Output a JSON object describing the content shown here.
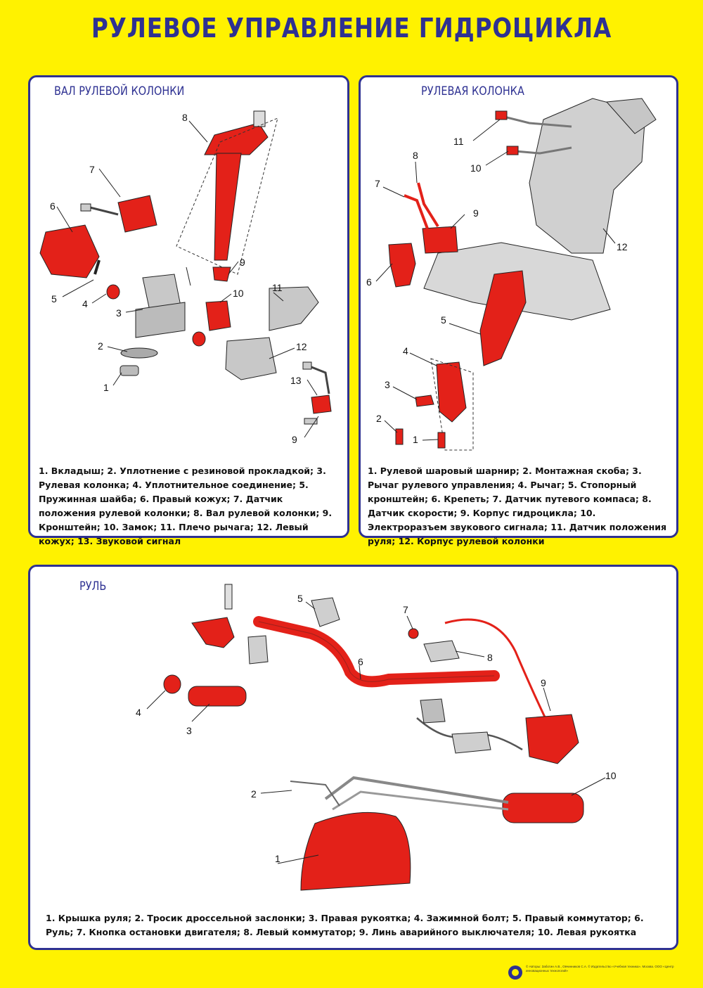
{
  "title": "РУЛЕВОЕ УПРАВЛЕНИЕ ГИДРОЦИКЛА",
  "colors": {
    "background": "#FFF200",
    "accent": "#2E3192",
    "part_red": "#E32119",
    "part_grey": "#BDBDBD"
  },
  "panels": {
    "shaft": {
      "title": "ВАЛ РУЛЕВОЙ КОЛОНКИ",
      "callouts": [
        "1",
        "2",
        "3",
        "4",
        "5",
        "6",
        "7",
        "8",
        "9",
        "10",
        "11",
        "12",
        "13",
        "9"
      ],
      "caption": "1. Вкладыш; 2. Уплотнение с резиновой прокладкой; 3. Рулевая колонка; 4. Уплотнительное соединение; 5. Пружинная шайба; 6. Правый кожух; 7. Датчик положения рулевой колонки; 8. Вал рулевой колонки; 9. Кронштейн; 10. Замок; 11. Плечо рычага; 12. Левый кожух; 13. Звуковой сигнал"
    },
    "column": {
      "title": "РУЛЕВАЯ КОЛОНКА",
      "callouts": [
        "1",
        "2",
        "3",
        "4",
        "5",
        "6",
        "7",
        "8",
        "9",
        "10",
        "11",
        "12"
      ],
      "caption": "1. Рулевой шаровый шарнир; 2. Монтажная скоба; 3. Рычаг рулевого управления; 4. Рычаг; 5. Стопорный кронштейн; 6. Крепеть; 7. Датчик путевого компаса; 8. Датчик скорости; 9. Корпус гидроцикла; 10. Электроразъем звукового сигнала; 11. Датчик положения руля; 12. Корпус рулевой колонки"
    },
    "handlebar": {
      "title": "РУЛЬ",
      "callouts": [
        "1",
        "2",
        "3",
        "4",
        "5",
        "6",
        "7",
        "8",
        "9",
        "10"
      ],
      "caption": "1. Крышка руля; 2. Тросик дроссельной заслонки; 3. Правая рукоятка; 4. Зажимной болт; 5. Правый коммутатор; 6. Руль; 7. Кнопка остановки двигателя; 8. Левый коммутатор; 9. Линь аварийного выключателя; 10. Левая рукоятка"
    }
  },
  "footer": {
    "text": "© Авторы: Заботин А.В., Овчинников С.А. © Издательство «Учебная техника». Москва. ООО «Центр инновационных технологий»"
  }
}
